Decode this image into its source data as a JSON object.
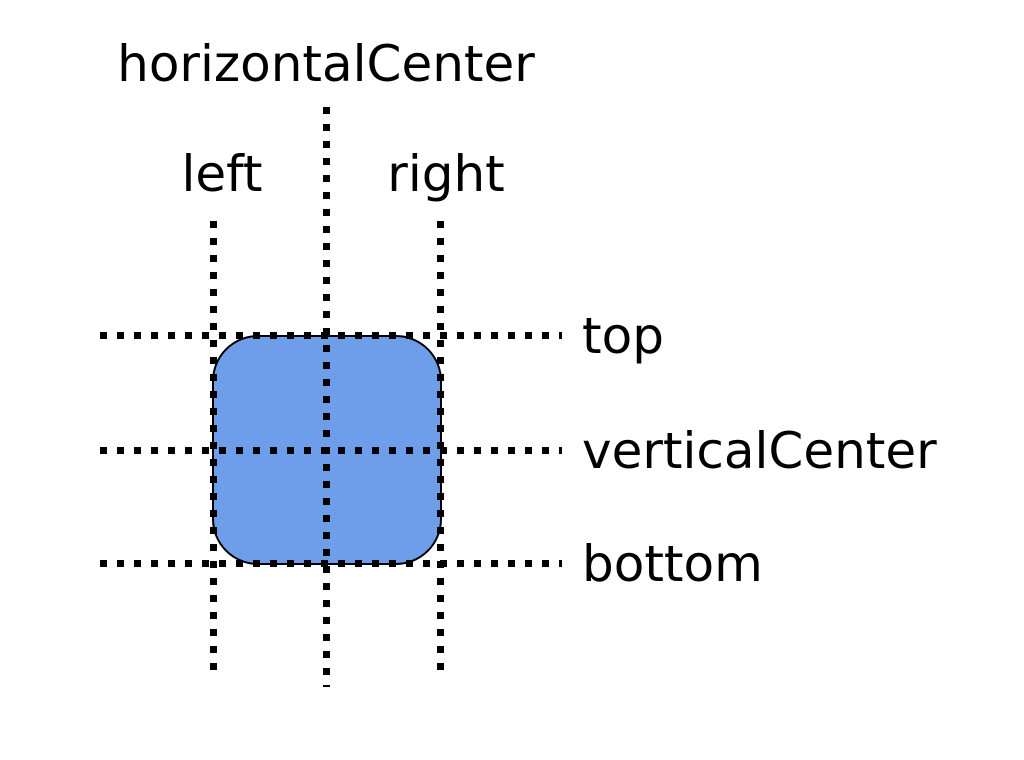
{
  "diagram": {
    "description": "Anchor lines diagram showing the six anchor lines of an item",
    "labels": {
      "horizontalCenter": "horizontalCenter",
      "left": "left",
      "right": "right",
      "top": "top",
      "verticalCenter": "verticalCenter",
      "bottom": "bottom"
    },
    "colors": {
      "rect_fill": "#6e9ee9",
      "line_color": "#000000",
      "text_color": "#000000",
      "background": "#ffffff"
    }
  }
}
